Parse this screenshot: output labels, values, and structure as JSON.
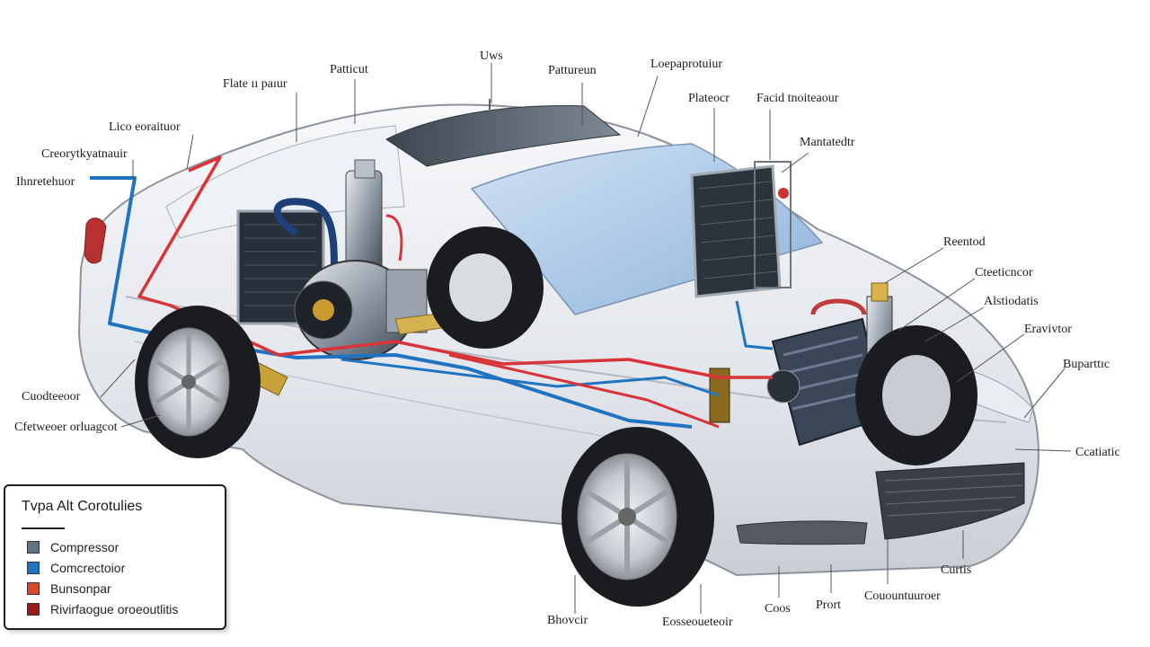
{
  "callouts": [
    {
      "id": "pawl",
      "text": "Flate ıı paıur"
    },
    {
      "id": "patticut",
      "text": "Patticut"
    },
    {
      "id": "uws",
      "text": "Uws"
    },
    {
      "id": "pattureun",
      "text": "Pattureun"
    },
    {
      "id": "loepaprotuiur",
      "text": "Loepaprotuiur"
    },
    {
      "id": "plateocr",
      "text": "Plateocr"
    },
    {
      "id": "facid",
      "text": "Facid tnoiteaour"
    },
    {
      "id": "lico",
      "text": "Lico eoraituor"
    },
    {
      "id": "creory",
      "text": "Creorytkyatnauir"
    },
    {
      "id": "ihnre",
      "text": "Ihnretehuor"
    },
    {
      "id": "mantatedtr",
      "text": "Mantatedtr"
    },
    {
      "id": "reentod",
      "text": "Reentod"
    },
    {
      "id": "cteeticncor",
      "text": "Cteeticncor"
    },
    {
      "id": "alstiodatis",
      "text": "Alstiodatis"
    },
    {
      "id": "eravivtor",
      "text": "Eravivtor"
    },
    {
      "id": "bupantie",
      "text": "Buparttıc"
    },
    {
      "id": "ccatiatic",
      "text": "Ccatiatic"
    },
    {
      "id": "cuodteeoor",
      "text": "Cuodteeoor"
    },
    {
      "id": "cfetweoer",
      "text": "Cfetweoer orluagcot"
    },
    {
      "id": "curtis",
      "text": "Curtis"
    },
    {
      "id": "coos",
      "text": "Coos"
    },
    {
      "id": "prort",
      "text": "Prort"
    },
    {
      "id": "couout",
      "text": "Couountuuroer"
    },
    {
      "id": "bhovcir",
      "text": "Bhovcir"
    },
    {
      "id": "eosseou",
      "text": "Eosseoueteoir"
    }
  ],
  "legend": {
    "title": "Tvpa Alt Corotulies",
    "items": [
      {
        "label": "Compressor",
        "color": "#5f7682"
      },
      {
        "label": "Comcrectoior",
        "color": "#1f74c2"
      },
      {
        "label": "Bunsonpar",
        "color": "#d9492b"
      },
      {
        "label": "Rivirfaogue oroeoutlitis",
        "color": "#9a1a1c"
      }
    ]
  },
  "lines": {
    "coolant_blue": "#1f74c2",
    "refrigerant_red": "#d8343a"
  }
}
